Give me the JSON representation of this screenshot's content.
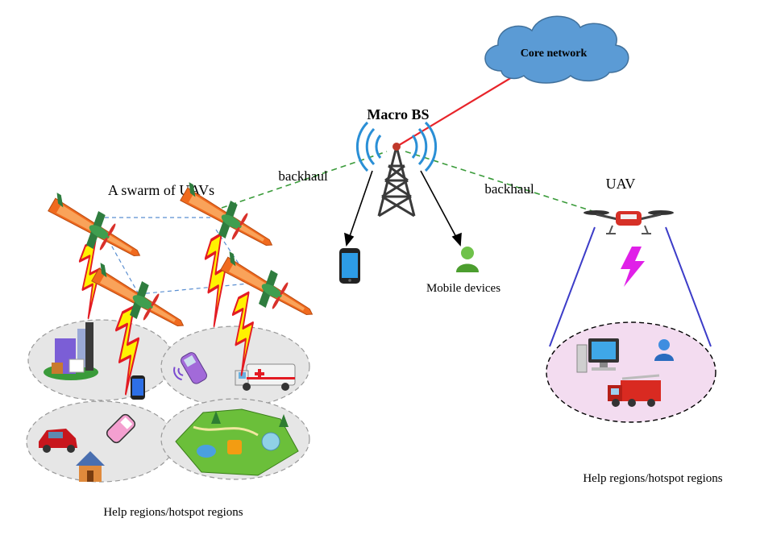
{
  "labels": {
    "core_network": "Core network",
    "macro_bs": "Macro BS",
    "backhaul_left": "backhaul",
    "backhaul_right": "backhaul",
    "uav_swarm": "A swarm of UAVs",
    "uav_single": "UAV",
    "mobile_devices": "Mobile devices",
    "help_regions_left": "Help regions/hotspot regions",
    "help_regions_right": "Help regions/hotspot regions"
  },
  "colors": {
    "cloud_fill": "#5b9bd5",
    "core_link": "#e8242a",
    "backhaul_link": "#3a9b3a",
    "swarm_mesh": "#5b8fd1",
    "lightning_yellow": "#fff200",
    "lightning_red": "#e31b23",
    "lightning_magenta": "#e020e8",
    "region_left_fill": "#e6e6e6",
    "region_right_fill": "#f3dcf0",
    "uav_tether": "#3c3cc8",
    "plane_body": "#f06a1e"
  },
  "icons": {
    "cloud": "cloud-icon",
    "tower": "cell-tower-icon",
    "phone": "smartphone-icon",
    "user": "user-icon",
    "plane": "fixed-wing-uav-icon",
    "quadcopter": "quadcopter-icon",
    "building": "building-icon",
    "flip_phone": "flip-phone-icon",
    "ambulance": "ambulance-icon",
    "car": "car-icon",
    "house": "house-icon",
    "park": "park-map-icon",
    "computer": "computer-icon",
    "fire_truck": "fire-truck-icon"
  }
}
